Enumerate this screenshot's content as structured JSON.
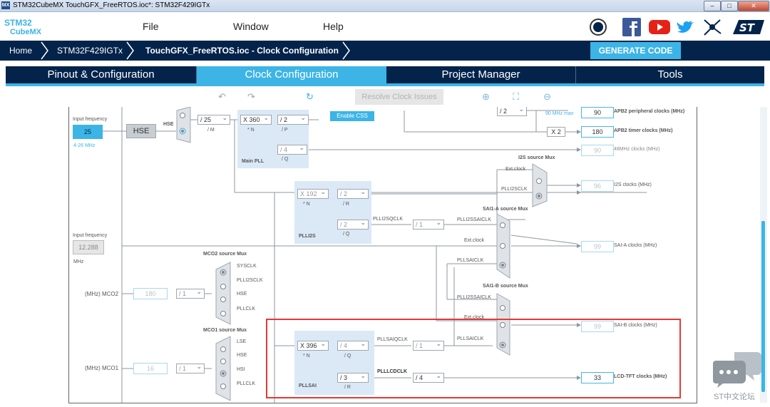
{
  "window": {
    "title": "STM32CubeMX TouchGFX_FreeRTOS.ioc*: STM32F429IGTx",
    "app_badge": "MX",
    "min": "–",
    "max": "□",
    "close": "✕"
  },
  "logo": {
    "line1": "STM32",
    "line2": "CubeMX"
  },
  "menu": {
    "file": "File",
    "window": "Window",
    "help": "Help"
  },
  "breadcrumb": {
    "home": "Home",
    "mcu": "STM32F429IGTx",
    "current": "TouchGFX_FreeRTOS.ioc - Clock Configuration"
  },
  "generate_label": "GENERATE CODE",
  "tabs": [
    "Pinout & Configuration",
    "Clock Configuration",
    "Project Manager",
    "Tools"
  ],
  "toolbar": {
    "undo": "↶",
    "redo": "↷",
    "refresh": "↻",
    "resolve": "Resolve Clock Issues",
    "zoom_in": "⊕",
    "fit": "⛶",
    "zoom_out": "⊖"
  },
  "clock": {
    "input_freq_label": "Input frequency",
    "hse_input": "25",
    "hse_range": "4-26 MHz",
    "hse_block": "HSE",
    "hse_line_label": "HSE",
    "pllm": "/ 25",
    "pllm_label": "/ M",
    "main_plln": "X 360",
    "main_plln_label": "* N",
    "main_pllp": "/ 2",
    "main_pllp_label": "/ P",
    "main_pllq": "/ 4",
    "main_pllq_label": "/ Q",
    "main_pll_label": "Main PLL",
    "enable_css": "Enable CSS",
    "apb2_div": "/ 2",
    "apb2_max": "90 MHz max",
    "apb2_periph_val": "90",
    "apb2_periph_label": "APB2 peripheral clocks (MHz)",
    "apb2_x2": "X 2",
    "apb2_timer_val": "180",
    "apb2_timer_label": "APB2 timer clocks (MHz)",
    "mhz48_val": "90",
    "mhz48_label": "48MHz clocks (MHz)",
    "i2s_mux_title": "I2S source Mux",
    "ext_clock": "Ext.clock",
    "plli2sclk": "PLLI2SCLK",
    "i2s_val": "96",
    "i2s_label": "I2S clocks (MHz)",
    "plli2s_n": "X 192",
    "plli2s_n_label": "* N",
    "plli2s_r": "/ 2",
    "plli2s_r_label": "/ R",
    "plli2s_q": "/ 2",
    "plli2s_q_label": "/ Q",
    "plli2sqclk": "PLLI2SQCLK",
    "plli2s_div": "/ 1",
    "plli2s_label": "PLLI2S",
    "saia_mux_title": "SAI1-A source Mux",
    "plli2ssaiclk": "PLLI2SSAICLK",
    "ext_clock2": "Ext.clock",
    "pllsaiclk": "PLLSAICLK",
    "saia_val": "99",
    "saia_label": "SAI-A clocks (MHz)",
    "input_freq2_label": "Input frequency",
    "ext_input": "12.288",
    "mhz": "MHz",
    "mco2_mux_title": "MCO2 source Mux",
    "sysclk": "SYSCLK",
    "plli2sclk2": "PLLI2SCLK",
    "hse": "HSE",
    "pllclk": "PLLCLK",
    "mco2_label": "(MHz) MCO2",
    "mco2_val": "180",
    "mco2_div": "/ 1",
    "saib_mux_title": "SAI1-B source Mux",
    "plli2ssaiclk2": "PLLI2SSAICLK",
    "ext_clock3": "Ext.clock",
    "pllsaiclk2": "PLLSAICLK",
    "saib_val": "99",
    "saib_label": "SAI-B clocks (MHz)",
    "mco1_mux_title": "MCO1 source Mux",
    "lse": "LSE",
    "hse2": "HSE",
    "hsi": "HSI",
    "pllclk2": "PLLCLK",
    "mco1_label": "(MHz) MCO1",
    "mco1_val": "16",
    "mco1_div": "/ 1",
    "pllsai_n": "X 396",
    "pllsai_n_label": "* N",
    "pllsai_q": "/ 4",
    "pllsai_q_label": "/ Q",
    "pllsaiqclk": "PLLSAIQCLK",
    "pllsai_qdiv": "/ 1",
    "pllsai_r": "/ 3",
    "pllsai_r_label": "/ R",
    "pllsai_label": "PLLSAI",
    "plllcdclk": "PLLLCDCLK",
    "lcd_div": "/ 4",
    "lcd_val": "33",
    "lcd_label": "LCD-TFT clocks (MHz)"
  },
  "watermark": "ST中文论坛",
  "colors": {
    "navy": "#03234b",
    "accent": "#3cb4e6",
    "highlight": "#e53935"
  }
}
